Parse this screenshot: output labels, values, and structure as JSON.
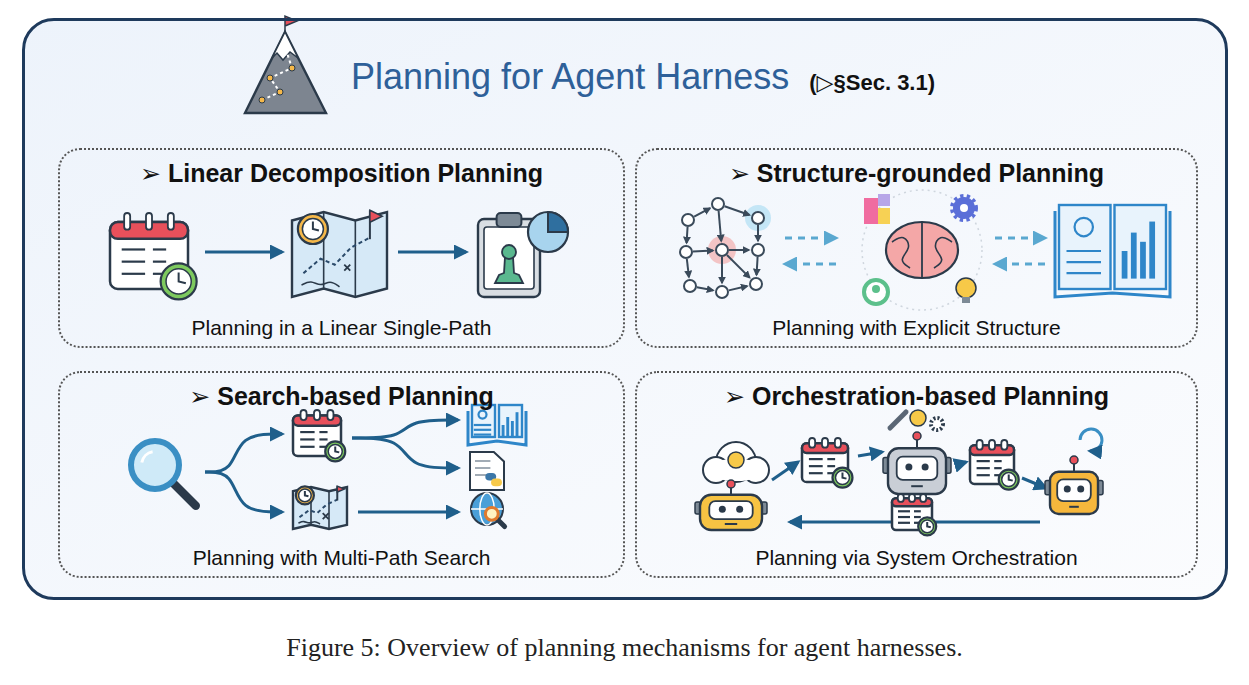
{
  "diagram": {
    "caption": "Figure 5: Overview of planning mechanisms for agent harnesses.",
    "nodes": [
      {
        "text": [
          "Planning for Agent Harness",
          "(▷§Sec. 3.1)"
        ]
      },
      {
        "text": [
          "➢ Linear Decomposition Planning",
          "Planning in a Linear Single-Path"
        ],
        "in": 0
      },
      {
        "text": [
          "➢ Structure-grounded Planning",
          "Planning with Explicit Structure"
        ],
        "in": 0
      },
      {
        "text": [
          "➢ Search-based Planning",
          "Planning with Multi-Path Search"
        ],
        "in": 0
      },
      {
        "text": [
          "➢ Orchestration-based Planning",
          "Planning via System Orchestration"
        ],
        "in": 0
      }
    ]
  }
}
